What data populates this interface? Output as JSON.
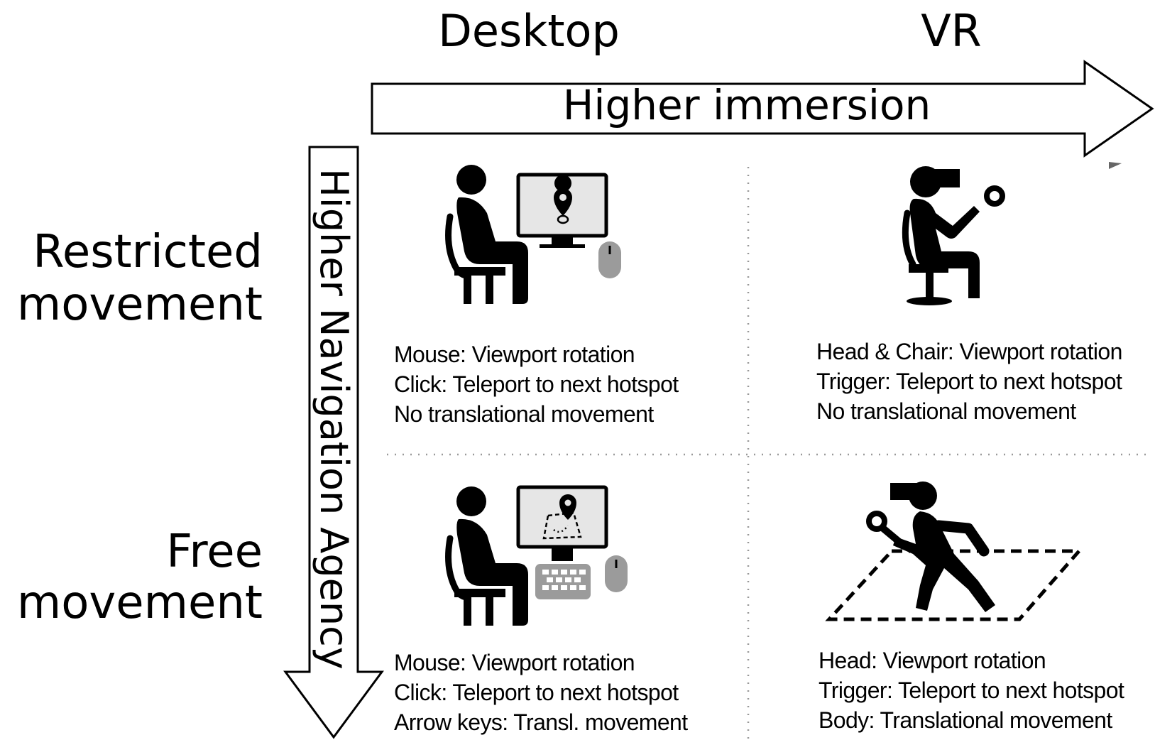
{
  "columns": {
    "left_label": "Desktop",
    "right_label": "VR"
  },
  "rows": {
    "top_label_line1": "Restricted",
    "top_label_line2": "movement",
    "bottom_label_line1": "Free",
    "bottom_label_line2": "movement"
  },
  "arrows": {
    "horizontal_label": "Higher immersion",
    "vertical_label": "Higher Navigation Agency"
  },
  "cells": {
    "desktop_restricted": {
      "icon": "person-seated-at-desktop-with-mouse",
      "lines": [
        "Mouse: Viewport rotation",
        "Click: Teleport to next hotspot",
        "No translational movement"
      ]
    },
    "vr_restricted": {
      "icon": "person-seated-with-vr-headset-and-controller",
      "lines": [
        "Head & Chair: Viewport rotation",
        "Trigger: Teleport to next hotspot",
        "No translational movement"
      ]
    },
    "desktop_free": {
      "icon": "person-seated-at-desktop-with-keyboard-and-mouse",
      "lines": [
        "Mouse: Viewport rotation",
        "Click: Teleport to next hotspot",
        "Arrow keys: Transl. movement"
      ]
    },
    "vr_free": {
      "icon": "person-walking-with-vr-headset-in-play-area",
      "lines": [
        "Head: Viewport rotation",
        "Trigger: Teleport to next hotspot",
        "Body: Translational movement"
      ]
    }
  },
  "colors": {
    "ink": "#000000",
    "screen_fill": "#e6e6e6",
    "device_gray": "#9b9b9b",
    "divider": "#999999"
  }
}
